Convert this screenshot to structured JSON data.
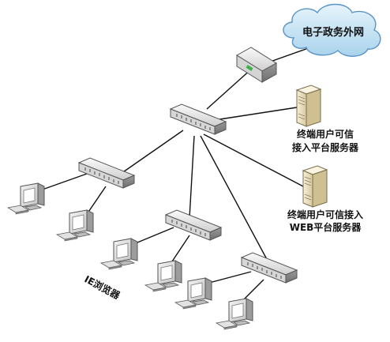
{
  "cloud": {
    "label": "电子政务外网"
  },
  "servers": [
    {
      "label_line1": "终端用户可信",
      "label_line2": "接入平台服务器"
    },
    {
      "label_line1": "终端用户可信接入",
      "label_line2": "WEB平台服务器"
    }
  ],
  "browser_label": "IE浏览器",
  "colors": {
    "cloud_fill": "#c9e6f5",
    "cloud_stroke": "#5a93c4",
    "line": "#111111",
    "server_fill": "#efe6c8"
  }
}
